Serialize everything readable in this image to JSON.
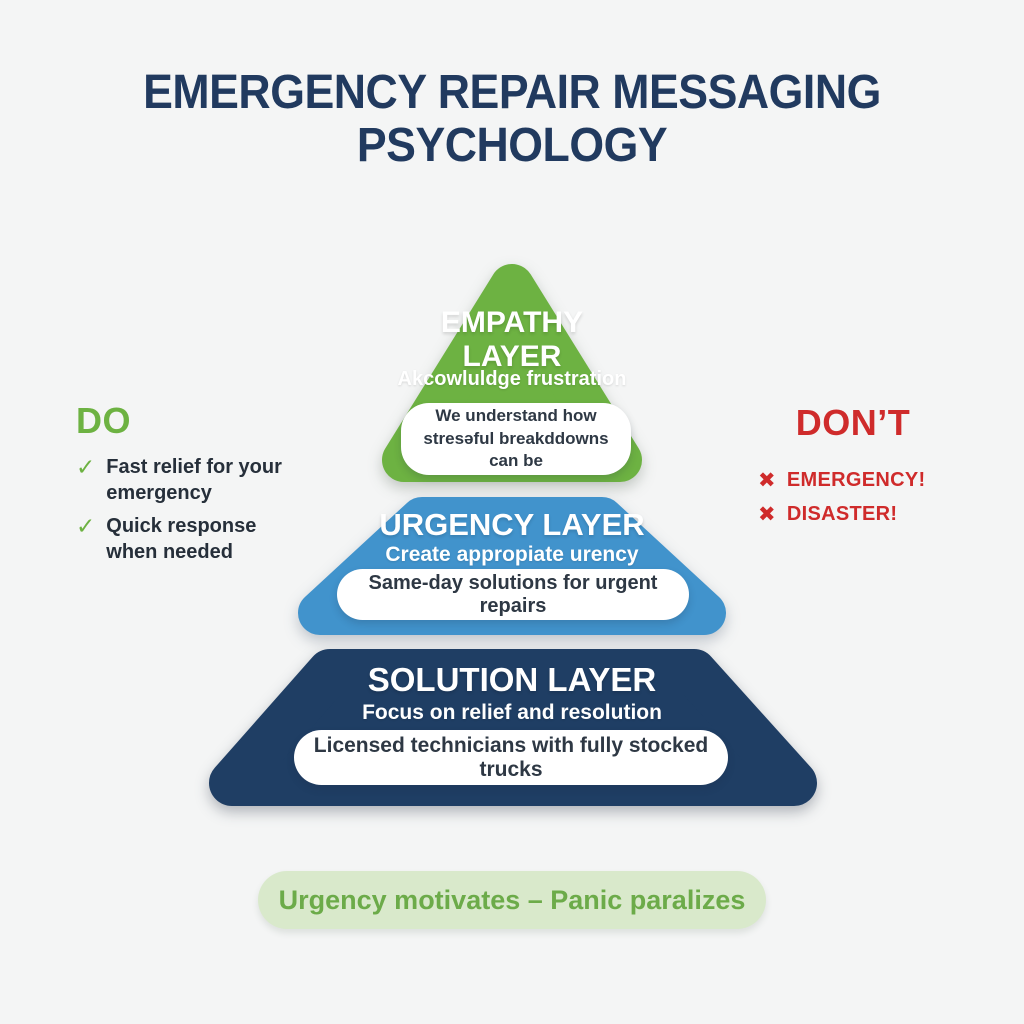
{
  "title": {
    "line1": "EMERGENCY REPAIR MESSAGING",
    "line2": "PSYCHOLOGY",
    "color": "#213a5f"
  },
  "pyramid": {
    "layers": [
      {
        "name_line1": "EMPATHY",
        "name_line2": "LAYER",
        "subtitle": "Akcowluldge frustration",
        "example": "We understand how stresəful breakddowns can be",
        "color": "#6db242"
      },
      {
        "name": "URGENCY LAYER",
        "subtitle": "Create appropiate urency",
        "example": "Same-day solutions for urgent repairs",
        "color": "#4193cc"
      },
      {
        "name": "SOLUTION LAYER",
        "subtitle": "Focus on relief and resolution",
        "example": "Licensed technicians with fully stocked trucks",
        "color": "#1f3e64"
      }
    ]
  },
  "do_panel": {
    "heading": "DO",
    "check_icon": "✓",
    "items": [
      "Fast relief for your emergency",
      "Quick response when needed"
    ],
    "color": "#6db242"
  },
  "dont_panel": {
    "heading": "DON’T",
    "x_icon": "✖",
    "items": [
      "EMERGENCY!",
      "DISASTER!"
    ],
    "color": "#cf2b2b"
  },
  "footer": {
    "text": "Urgency motivates – Panic paralizes",
    "bg_color": "#d9e9cb",
    "text_color": "#6cab49"
  }
}
